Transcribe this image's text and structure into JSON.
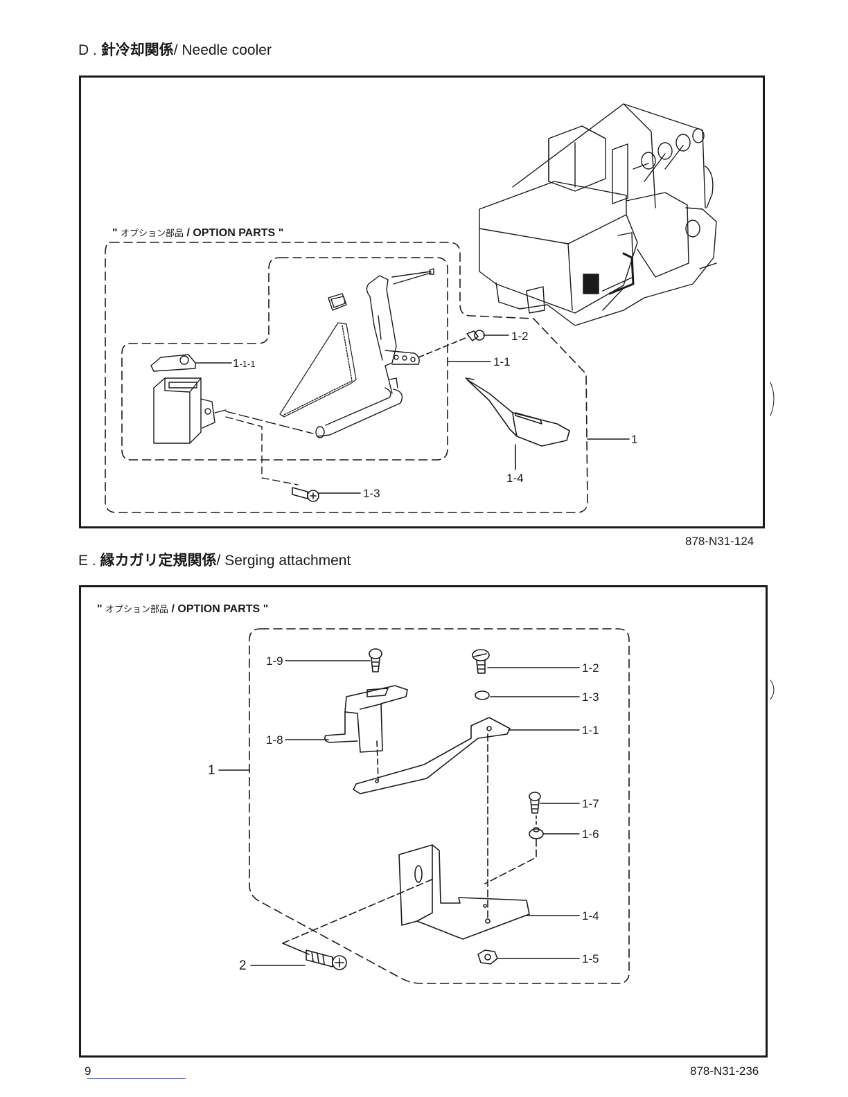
{
  "section_d": {
    "letter": "D .",
    "jp": "針冷却関係",
    "en": "/ Needle cooler",
    "option_jp": "オプション部品",
    "option_en": "/ OPTION PARTS",
    "quote": "\"",
    "code": "878-N31-124",
    "labels": {
      "l1": "1",
      "l1_1": "1-1",
      "l1_1_1_main": "1",
      "l1_1_1_sub": "-1-1",
      "l1_2": "1-2",
      "l1_3": "1-3",
      "l1_4": "1-4"
    }
  },
  "section_e": {
    "letter": "E .",
    "jp": "縁カガリ定規関係",
    "en": "/ Serging attachment",
    "option_jp": "オプション部品",
    "option_en": "/ OPTION PARTS",
    "quote": "\"",
    "code": "878-N31-236",
    "labels": {
      "l1": "1",
      "l2": "2",
      "l1_1": "1-1",
      "l1_2": "1-2",
      "l1_3": "1-3",
      "l1_4": "1-4",
      "l1_5": "1-5",
      "l1_6": "1-6",
      "l1_7": "1-7",
      "l1_8": "1-8",
      "l1_9": "1-9"
    }
  },
  "page_number": "9"
}
